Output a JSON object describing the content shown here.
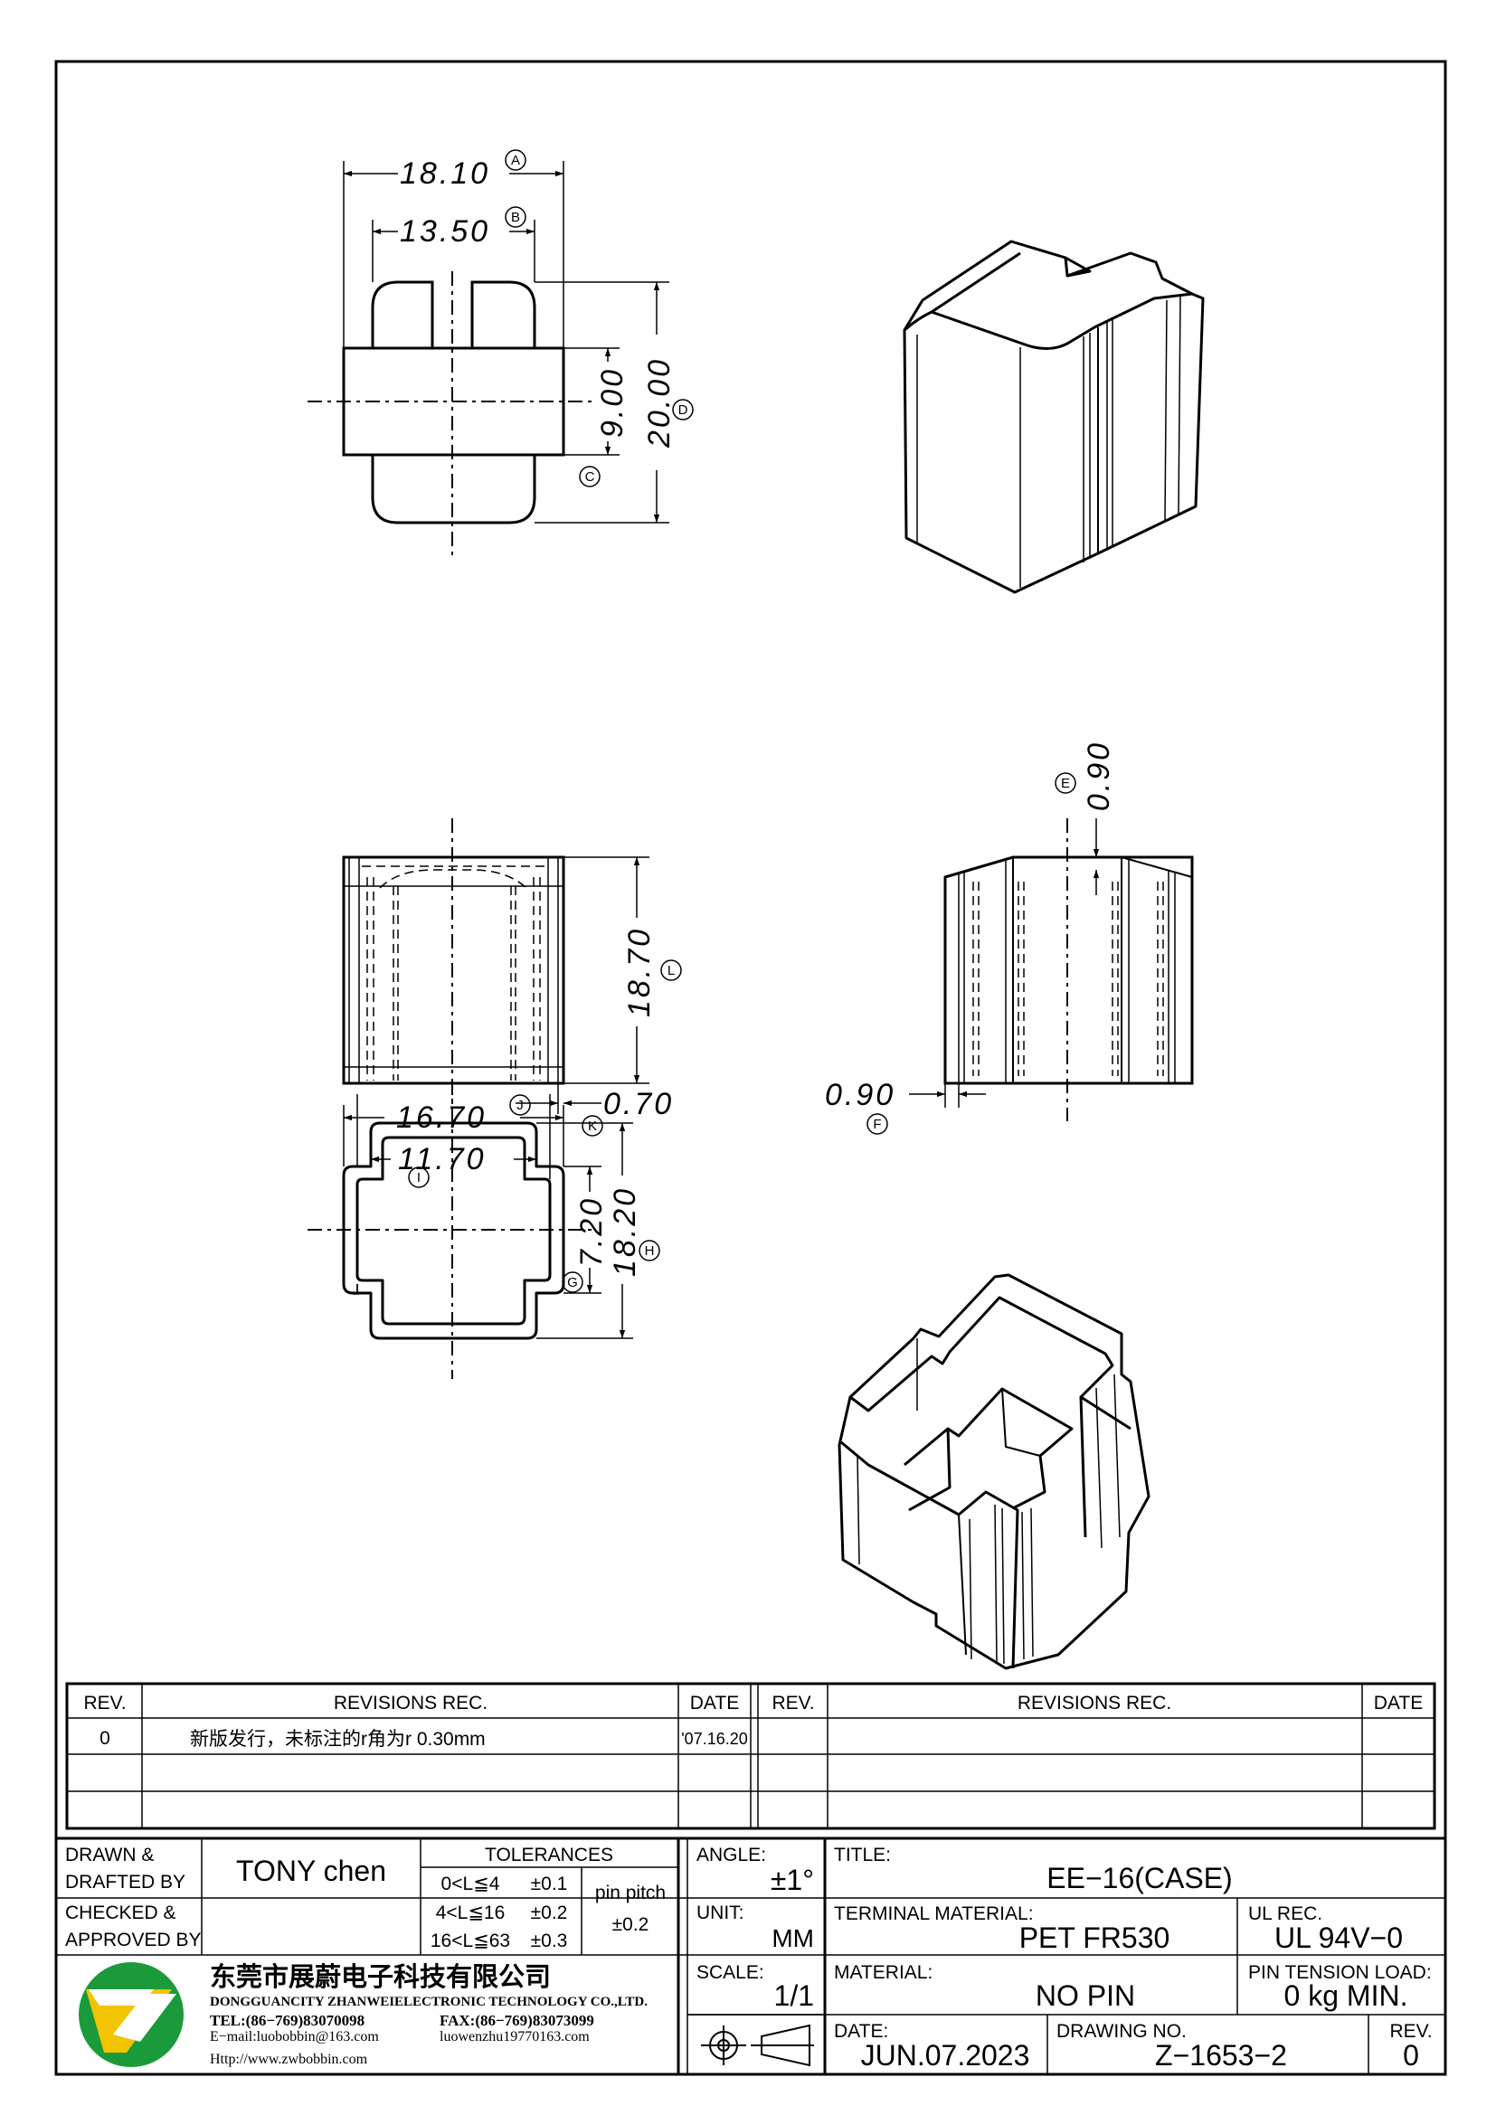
{
  "dimensions": {
    "a": {
      "value": "18.10",
      "ref": "A"
    },
    "b": {
      "value": "13.50",
      "ref": "B"
    },
    "c": {
      "value": "9.00",
      "ref": "C"
    },
    "d": {
      "value": "20.00",
      "ref": "D"
    },
    "e": {
      "value": "0.90",
      "ref": "E"
    },
    "f": {
      "value": "0.90",
      "ref": "F"
    },
    "g": {
      "value": "7.20",
      "ref": "G"
    },
    "h": {
      "value": "18.20",
      "ref": "H"
    },
    "i": {
      "value": "11.70",
      "ref": "I"
    },
    "j": {
      "value": "16.70",
      "ref": "J"
    },
    "k": {
      "value": "0.70",
      "ref": "K"
    },
    "l": {
      "value": "18.70",
      "ref": "L"
    }
  },
  "revisions": {
    "headers": {
      "rev": "REV.",
      "rec": "REVISIONS   REC.",
      "date": "DATE"
    },
    "rows": [
      {
        "rev": "0",
        "text": "新版发行，未标注的r角为r 0.30mm",
        "date": "'07.16.20"
      }
    ]
  },
  "title_block": {
    "drawn_label_1": "DRAWN  &",
    "drawn_label_2": "DRAFTED  BY",
    "drawn_by": "TONY  chen",
    "checked_label_1": "CHECKED  &",
    "checked_label_2": "APPROVED  BY",
    "tolerances_label": "TOLERANCES",
    "tolerance_rows": [
      {
        "range": "0<L≦4",
        "tol": "±0.1"
      },
      {
        "range": "4<L≦16",
        "tol": "±0.2"
      },
      {
        "range": "16<L≦63",
        "tol": "±0.3"
      }
    ],
    "pin_pitch_label": "pin  pitch",
    "pin_pitch_tol": "±0.2",
    "angle_label": "ANGLE:",
    "angle_value": "±1°",
    "unit_label": "UNIT:",
    "unit_value": "MM",
    "scale_label": "SCALE:",
    "scale_value": "1/1",
    "title_label": "TITLE:",
    "title_value": "EE−16(CASE)",
    "terminal_label": "TERMINAL  MATERIAL:",
    "terminal_value": "PET  FR530",
    "ul_label": "UL  REC.",
    "ul_value": "UL  94V−0",
    "material_label": "MATERIAL:",
    "material_value": "NO  PIN",
    "pin_tension_label": "PIN  TENSION  LOAD:",
    "pin_tension_value": "0  kg  MIN.",
    "date_label": "DATE:",
    "date_value": "JUN.07.2023",
    "drawing_no_label": "DRAWING  NO.",
    "drawing_no_value": "Z−1653−2",
    "rev_label": "REV.",
    "rev_value": "0"
  },
  "company": {
    "name_cn": "东莞市展蔚电子科技有限公司",
    "name_en": "DONGGUANCITY ZHANWEIELECTRONIC TECHNOLOGY CO.,LTD.",
    "tel": "TEL:(86−769)83070098",
    "fax": "FAX:(86−769)83073099",
    "email1": "E−mail:luobobbin@163.com",
    "email2": "luowenzhu19770163.com",
    "web": "Http://www.zwbobbin.com"
  },
  "colors": {
    "logo_green": "#1a9a3a",
    "logo_yellow": "#f2c300"
  }
}
